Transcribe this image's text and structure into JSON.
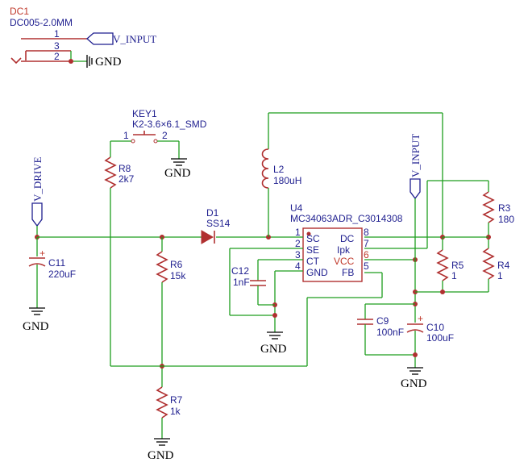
{
  "dc1": {
    "ref": "DC1",
    "value": "DC005-2.0MM",
    "pin1": "1",
    "pin2": "2",
    "pin3": "3"
  },
  "key1": {
    "ref": "KEY1",
    "value": "K2-3.6×6.1_SMD",
    "pin1": "1",
    "pin2": "2"
  },
  "l2": {
    "ref": "L2",
    "value": "180uH"
  },
  "d1": {
    "ref": "D1",
    "value": "SS14"
  },
  "u4": {
    "ref": "U4",
    "value": "MC34063ADR_C3014308",
    "pins_left": [
      {
        "num": "1",
        "name": "SC"
      },
      {
        "num": "2",
        "name": "SE"
      },
      {
        "num": "3",
        "name": "CT"
      },
      {
        "num": "4",
        "name": "GND"
      }
    ],
    "pins_right": [
      {
        "num": "8",
        "name": "DC"
      },
      {
        "num": "7",
        "name": "Ipk"
      },
      {
        "num": "6",
        "name": "VCC"
      },
      {
        "num": "5",
        "name": "FB"
      }
    ]
  },
  "r8": {
    "ref": "R8",
    "value": "2k7"
  },
  "r6": {
    "ref": "R6",
    "value": "15k"
  },
  "r7": {
    "ref": "R7",
    "value": "1k"
  },
  "r5": {
    "ref": "R5",
    "value": "1"
  },
  "r4": {
    "ref": "R4",
    "value": "1"
  },
  "r3": {
    "ref": "R3",
    "value": "180"
  },
  "c11": {
    "ref": "C11",
    "value": "220uF"
  },
  "c12": {
    "ref": "C12",
    "value": "1nF"
  },
  "c9": {
    "ref": "C9",
    "value": "100nF"
  },
  "c10": {
    "ref": "C10",
    "value": "100uF"
  },
  "nets": {
    "v_input": "V_INPUT",
    "v_drive": "V_DRIVE",
    "gnd": "GND"
  },
  "colors": {
    "wire": "#1e9e1e",
    "component": "#b03030",
    "label": "#1f1f8f",
    "pin_red": "#c0392b"
  }
}
